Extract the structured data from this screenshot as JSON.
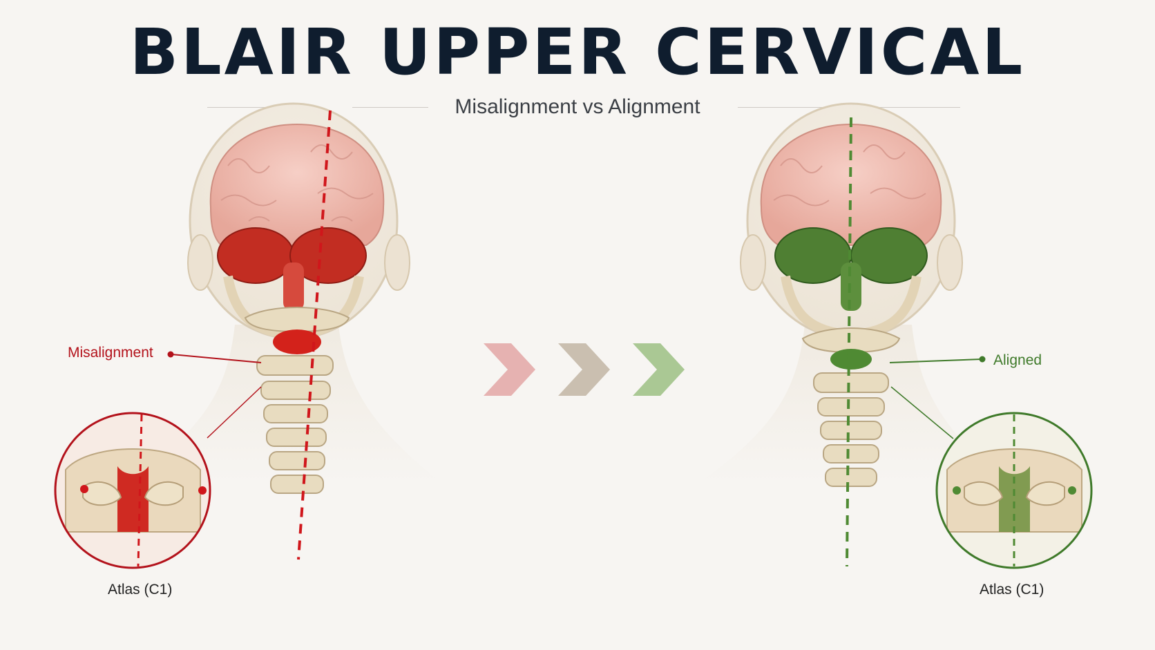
{
  "title": "BLAIR UPPER CERVICAL",
  "subtitle": "Misalignment vs Alignment",
  "left_panel": {
    "callout": "Misalignment",
    "inset_label": "Atlas (C1)",
    "accent_color": "#c0161d"
  },
  "right_panel": {
    "callout": "Aligned",
    "inset_label": "Atlas (C1)",
    "accent_color": "#3f7d2c"
  },
  "arrows": {
    "count": 3,
    "colors": [
      "#d98a8a",
      "#b9ab9a",
      "#8eb377"
    ]
  },
  "colors": {
    "background": "#f7f5f2",
    "title": "#0f1d2e",
    "bone": "#e8dcc0",
    "brain": "#efb8ad"
  }
}
